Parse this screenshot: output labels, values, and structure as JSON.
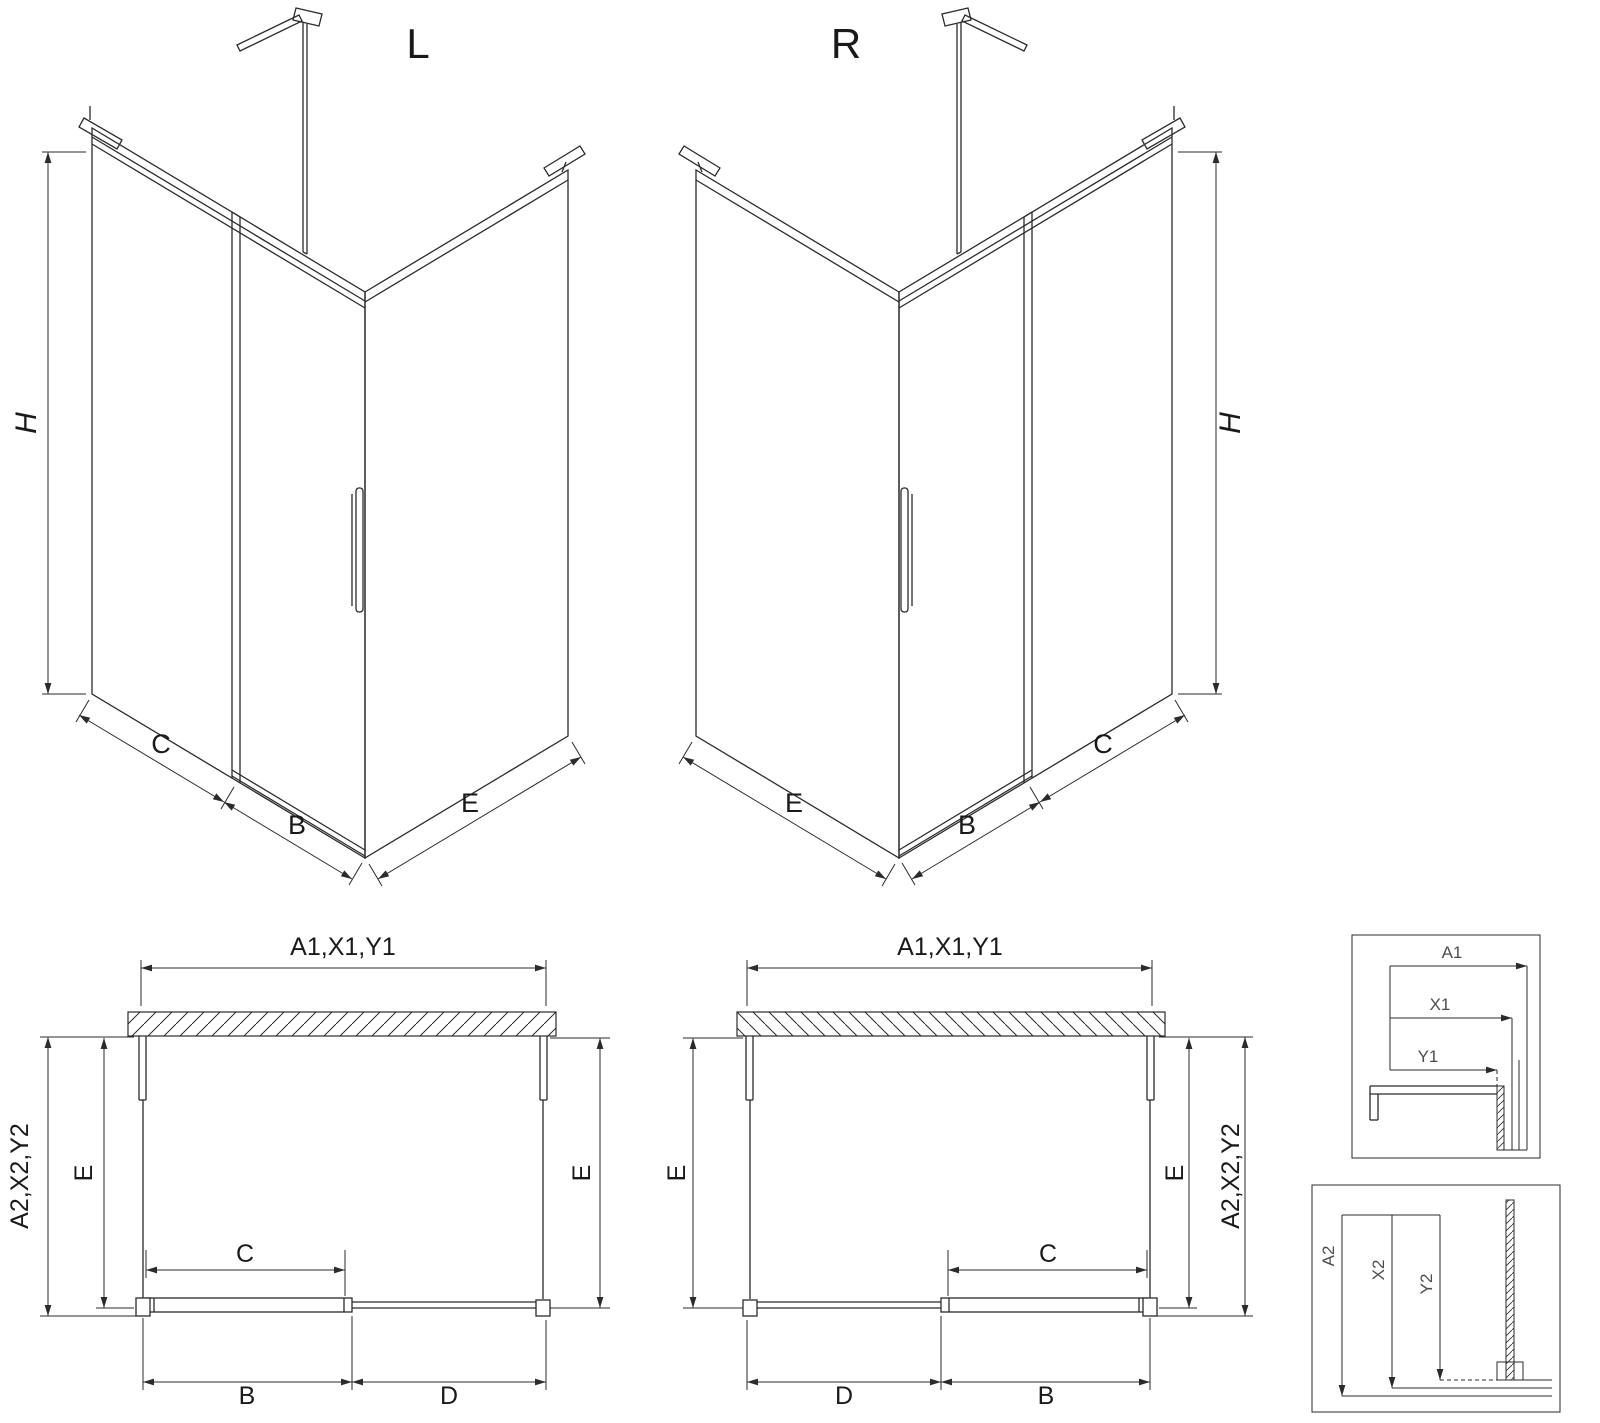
{
  "colors": {
    "line": "#2b2b2b",
    "text": "#1a1a1a",
    "detail_text": "#4d4d4d",
    "background": "#ffffff"
  },
  "iso_left": {
    "variant_label": "L",
    "dim_height": "H",
    "dim_fixed_width": "C",
    "dim_door_width": "B",
    "dim_side_depth": "E"
  },
  "iso_right": {
    "variant_label": "R",
    "dim_height": "H",
    "dim_fixed_width": "C",
    "dim_door_width": "B",
    "dim_side_depth": "E"
  },
  "plan_left": {
    "dim_total_width": "A1,X1,Y1",
    "dim_total_depth": "A2,X2,Y2",
    "dim_side_left": "E",
    "dim_side_right": "E",
    "dim_opening": "C",
    "dim_door": "B",
    "dim_fixed": "D"
  },
  "plan_right": {
    "dim_total_width": "A1,X1,Y1",
    "dim_total_depth": "A2,X2,Y2",
    "dim_side_left": "E",
    "dim_side_right": "E",
    "dim_opening": "C",
    "dim_door": "B",
    "dim_fixed": "D"
  },
  "detail_width": {
    "label_a": "A1",
    "label_x": "X1",
    "label_y": "Y1"
  },
  "detail_depth": {
    "label_a": "A2",
    "label_x": "X2",
    "label_y": "Y2"
  }
}
